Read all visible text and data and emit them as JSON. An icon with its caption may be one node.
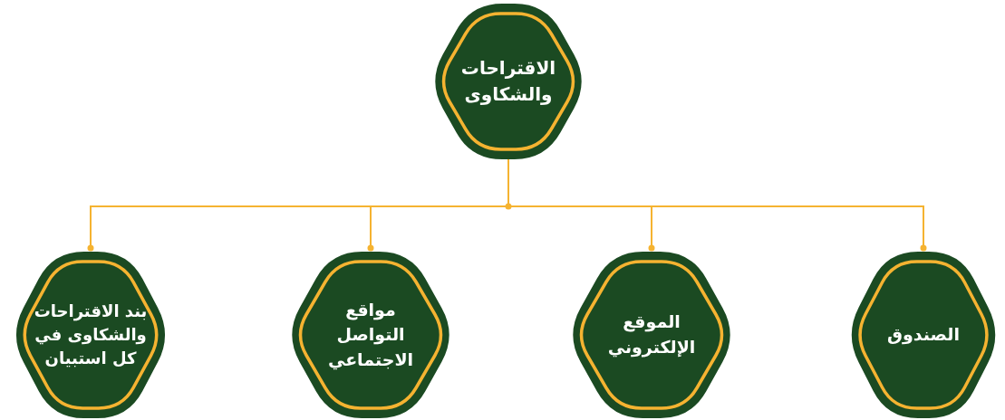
{
  "diagram": {
    "nodes": [
      {
        "text": [
          "الاقتراحات والشكاوى"
        ]
      },
      {
        "text": [
          "الصندوق"
        ]
      },
      {
        "text": [
          "الموقع الإلكتروني"
        ]
      },
      {
        "text": [
          "مواقع التواصل الاجتماعي"
        ]
      },
      {
        "text": [
          "بند الاقتراحات والشكاوى في كل استبيان"
        ]
      }
    ],
    "edges": [
      {
        "from": 0,
        "to": 1,
        "arrow": "other"
      },
      {
        "from": 0,
        "to": 2,
        "arrow": "other"
      },
      {
        "from": 0,
        "to": 3,
        "arrow": "other"
      },
      {
        "from": 0,
        "to": 4,
        "arrow": "other"
      }
    ]
  }
}
